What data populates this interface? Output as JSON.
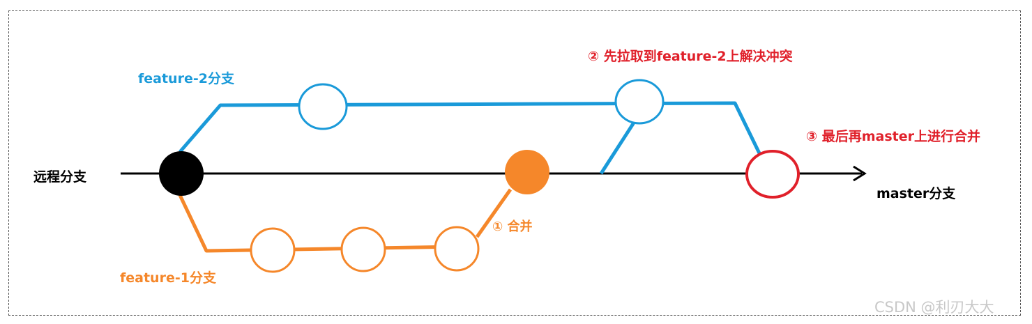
{
  "labels": {
    "remote": "远程分支",
    "master": "master分支",
    "feature2": "feature-2分支",
    "feature1": "feature-1分支",
    "step1": "① 合并",
    "step2": "② 先拉取到feature-2上解决冲突",
    "step3": "③ 最后再master上进行合并"
  },
  "watermark": "CSDN @利刃大大",
  "colors": {
    "feature2": "#1a9ad9",
    "feature1": "#f5872a",
    "master": "#000000",
    "remote_commit": "#000000",
    "merged_commit": "#f5872a",
    "final_merge": "#e0202a",
    "step_text_orange": "#f5872a",
    "step_text_red": "#e0202a",
    "label_blue": "#1a9ad9",
    "label_orange": "#f5872a",
    "label_black": "#000000",
    "watermark": "#c8c8c8"
  }
}
